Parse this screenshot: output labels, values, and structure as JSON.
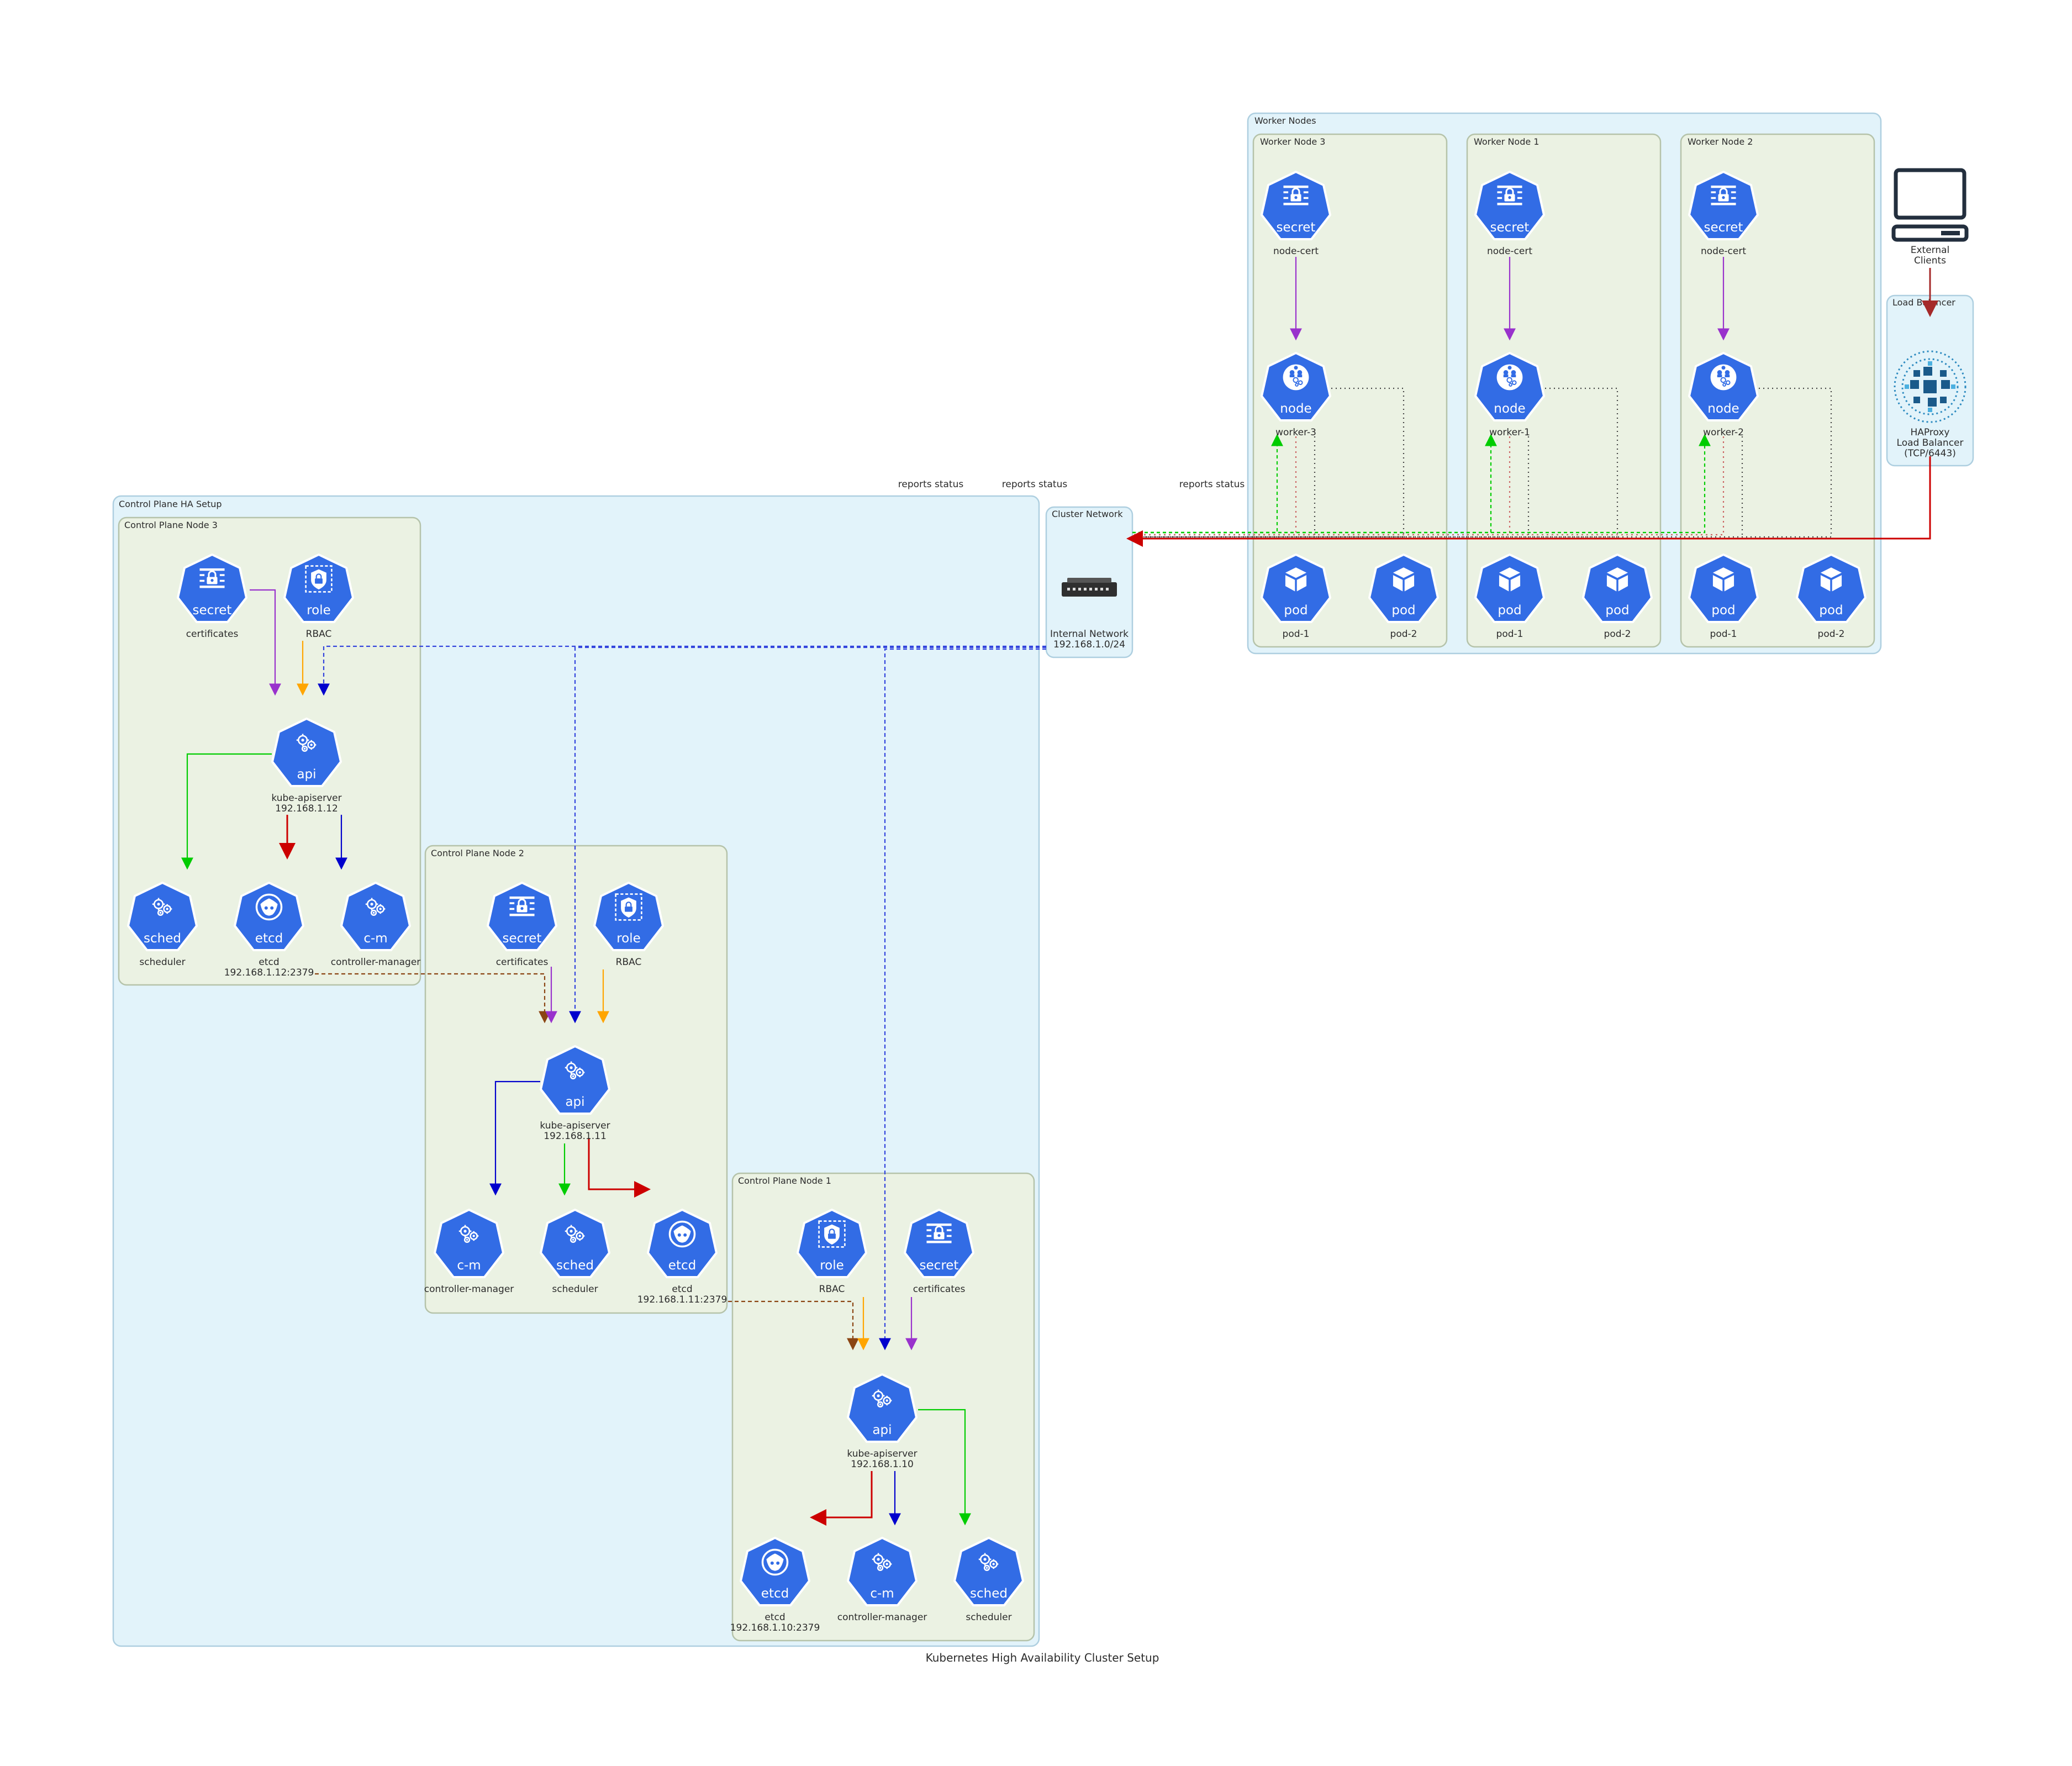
{
  "title": "Kubernetes High Availability Cluster Setup",
  "clusters": {
    "worker_nodes": "Worker Nodes",
    "worker_node_3": "Worker Node 3",
    "worker_node_1": "Worker Node 1",
    "worker_node_2": "Worker Node 2",
    "load_balancer": "Load Balancer",
    "control_plane_ha": "Control Plane HA Setup",
    "cluster_network": "Cluster Network",
    "cp_node_3": "Control Plane Node 3",
    "cp_node_2": "Control Plane Node 2",
    "cp_node_1": "Control Plane Node 1"
  },
  "icon_text": {
    "secret": "secret",
    "role": "role",
    "api": "api",
    "sched": "sched",
    "etcd": "etcd",
    "cm": "c-m",
    "node": "node",
    "pod": "pod"
  },
  "labels": {
    "node_cert": "node-cert",
    "worker_3": "worker-3",
    "worker_1": "worker-1",
    "worker_2": "worker-2",
    "pod_1": "pod-1",
    "pod_2": "pod-2",
    "external_clients_l1": "External",
    "external_clients_l2": "Clients",
    "haproxy_l1": "HAProxy",
    "haproxy_l2": "Load Balancer",
    "haproxy_l3": "(TCP/6443)",
    "internal_network_l1": "Internal Network",
    "internal_network_l2": "192.168.1.0/24",
    "certificates": "certificates",
    "rbac": "RBAC",
    "kube_apiserver": "kube-apiserver",
    "ip_cp3": "192.168.1.12",
    "ip_cp2": "192.168.1.11",
    "ip_cp1": "192.168.1.10",
    "scheduler": "scheduler",
    "etcd": "etcd",
    "controller_manager": "controller-manager",
    "etcd_cp3": "192.168.1.12:2379",
    "etcd_cp2": "192.168.1.11:2379",
    "etcd_cp1": "192.168.1.10:2379"
  },
  "edge_labels": {
    "reports_status": "reports status"
  },
  "colors": {
    "k8s_blue": "#326ce5",
    "purple": "#9932cc",
    "orange": "#ffa500",
    "blue": "#0000cd",
    "green": "#00cc00",
    "red": "#cc0000",
    "brown": "#8b4513",
    "dark_red": "#a52a2a",
    "gray": "#555555"
  }
}
